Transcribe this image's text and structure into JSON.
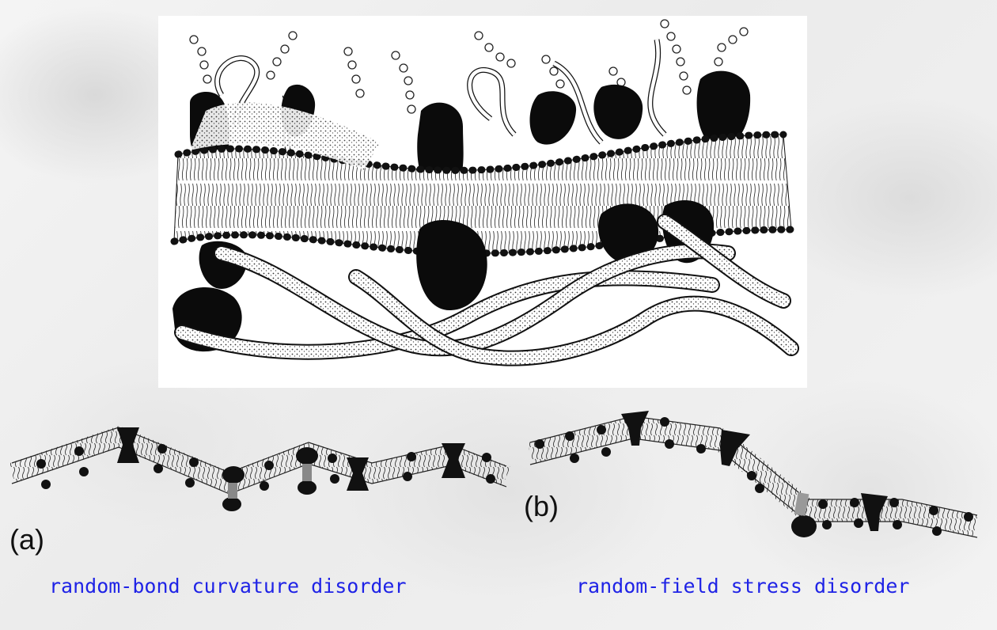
{
  "panels": {
    "a": {
      "label": "(a)",
      "caption": "random-bond curvature disorder"
    },
    "b": {
      "label": "(b)",
      "caption": "random-field stress disorder"
    }
  },
  "colors": {
    "caption": "#1f23e6",
    "ink": "#111111",
    "background": "#f0f0f0"
  }
}
